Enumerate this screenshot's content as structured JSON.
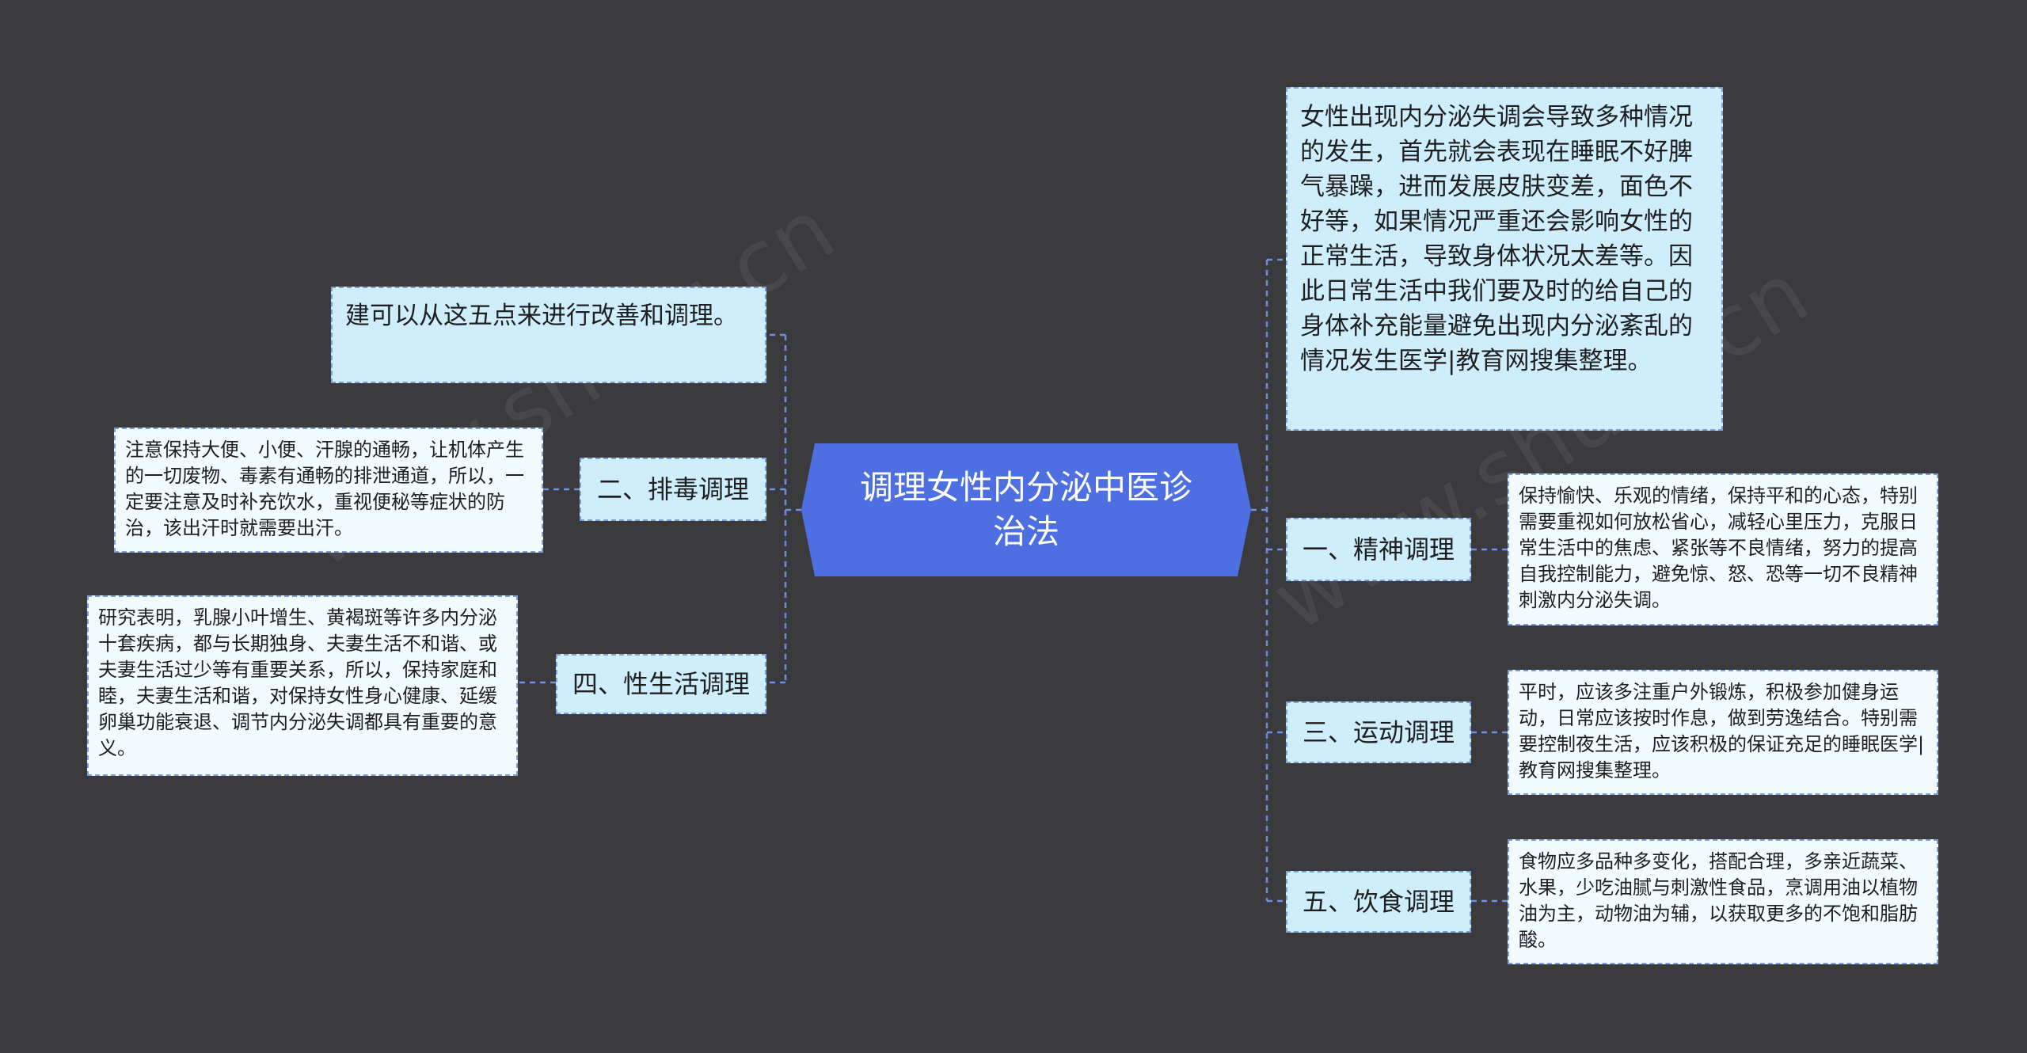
{
  "center": {
    "label": "调理女性内分泌中医诊治法"
  },
  "left": {
    "intro": "建可以从这五点来进行改善和调理。",
    "branches": [
      {
        "label": "二、排毒调理",
        "detail": "注意保持大便、小便、汗腺的通畅，让机体产生的一切废物、毒素有通畅的排泄通道，所以，一定要注意及时补充饮水，重视便秘等症状的防治，该出汗时就需要出汗。"
      },
      {
        "label": "四、性生活调理",
        "detail": "研究表明，乳腺小叶增生、黄褐斑等许多内分泌十套疾病，都与长期独身、夫妻生活不和谐、或夫妻生活过少等有重要关系，所以，保持家庭和睦，夫妻生活和谐，对保持女性身心健康、延缓卵巢功能衰退、调节内分泌失调都具有重要的意义。"
      }
    ]
  },
  "right": {
    "intro": "女性出现内分泌失调会导致多种情况的发生，首先就会表现在睡眠不好脾气暴躁，进而发展皮肤变差，面色不好等，如果情况严重还会影响女性的正常生活，导致身体状况太差等。因此日常生活中我们要及时的给自己的身体补充能量避免出现内分泌紊乱的情况发生医学|教育网搜集整理。",
    "branches": [
      {
        "label": "一、精神调理",
        "detail": "保持愉快、乐观的情绪，保持平和的心态，特别需要重视如何放松省心，减轻心里压力，克服日常生活中的焦虑、紧张等不良情绪，努力的提高自我控制能力，避免惊、怒、恐等一切不良精神刺激内分泌失调。"
      },
      {
        "label": "三、运动调理",
        "detail": "平时，应该多注重户外锻炼，积极参加健身运动，日常应该按时作息，做到劳逸结合。特别需要控制夜生活，应该积极的保证充足的睡眠医学|教育网搜集整理。"
      },
      {
        "label": "五、饮食调理",
        "detail": "食物应多品种多变化，搭配合理，多亲近蔬菜、水果，少吃油腻与刺激性食品，烹调用油以植物油为主，动物油为辅，以获取更多的不饱和脂肪酸。"
      }
    ]
  },
  "colors": {
    "background": "#3b3a3d",
    "center": "#4d6fe2",
    "branch": "#cfeefc",
    "leaf": "#f2fbff",
    "line": "#6f8fe6"
  }
}
